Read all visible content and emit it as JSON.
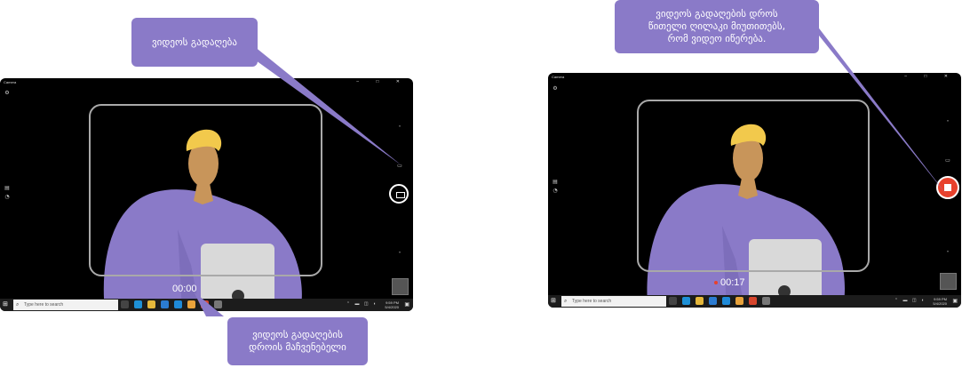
{
  "left_window": {
    "title": "Camera",
    "window_controls": "–  □  ✕",
    "timer": "00:00",
    "taskbar": {
      "search_placeholder": "Type here to search",
      "clock_time": "9:59 PM",
      "clock_date": "5/4/2020"
    }
  },
  "right_window": {
    "title": "Camera",
    "window_controls": "–  □  ✕",
    "timer": "00:17",
    "taskbar": {
      "search_placeholder": "Type here to search",
      "clock_time": "9:59 PM",
      "clock_date": "5/4/2020"
    }
  },
  "callouts": {
    "record_video": "ვიდეოს გადაღება",
    "recording_indicator": "ვიდეოს გადაღების\nდროის მაჩვენებელი",
    "red_dot_note": "ვიდეოს გადაღების დროს\nწითელი ღილაკი მიუთითებს,\nრომ ვიდეო იწერება."
  },
  "colors": {
    "callout": "#8a7ac8",
    "person_shirt": "#8a7ac8",
    "hair": "#f2c94c",
    "skin": "#c8955a",
    "laptop": "#d9d9d9",
    "record_red": "#e8412c"
  },
  "icons": {
    "settings": "gear-icon",
    "photo_mode": "camera-icon",
    "video_mode": "video-camera-icon",
    "chevron_up": "chevron-up-icon",
    "chevron_down": "chevron-down-icon",
    "stop": "stop-icon"
  }
}
